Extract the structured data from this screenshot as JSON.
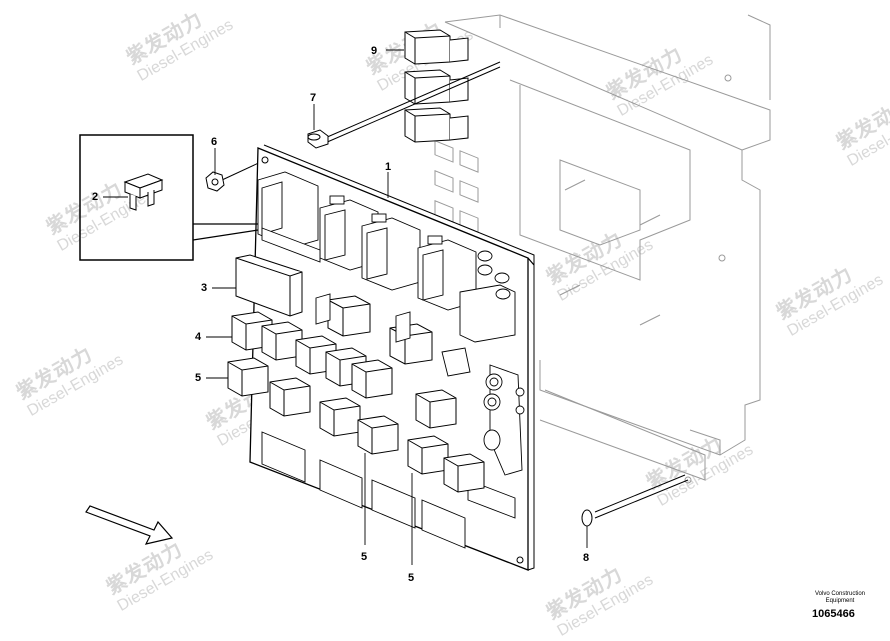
{
  "diagram": {
    "callouts": [
      "1",
      "2",
      "3",
      "4",
      "5",
      "5",
      "5",
      "6",
      "7",
      "8",
      "9"
    ],
    "credit_line1": "Volvo Construction",
    "credit_line2": "Equipment",
    "part_number": "1065466"
  },
  "watermark": {
    "cn": "紫发动力",
    "en": "Diesel-Engines"
  }
}
